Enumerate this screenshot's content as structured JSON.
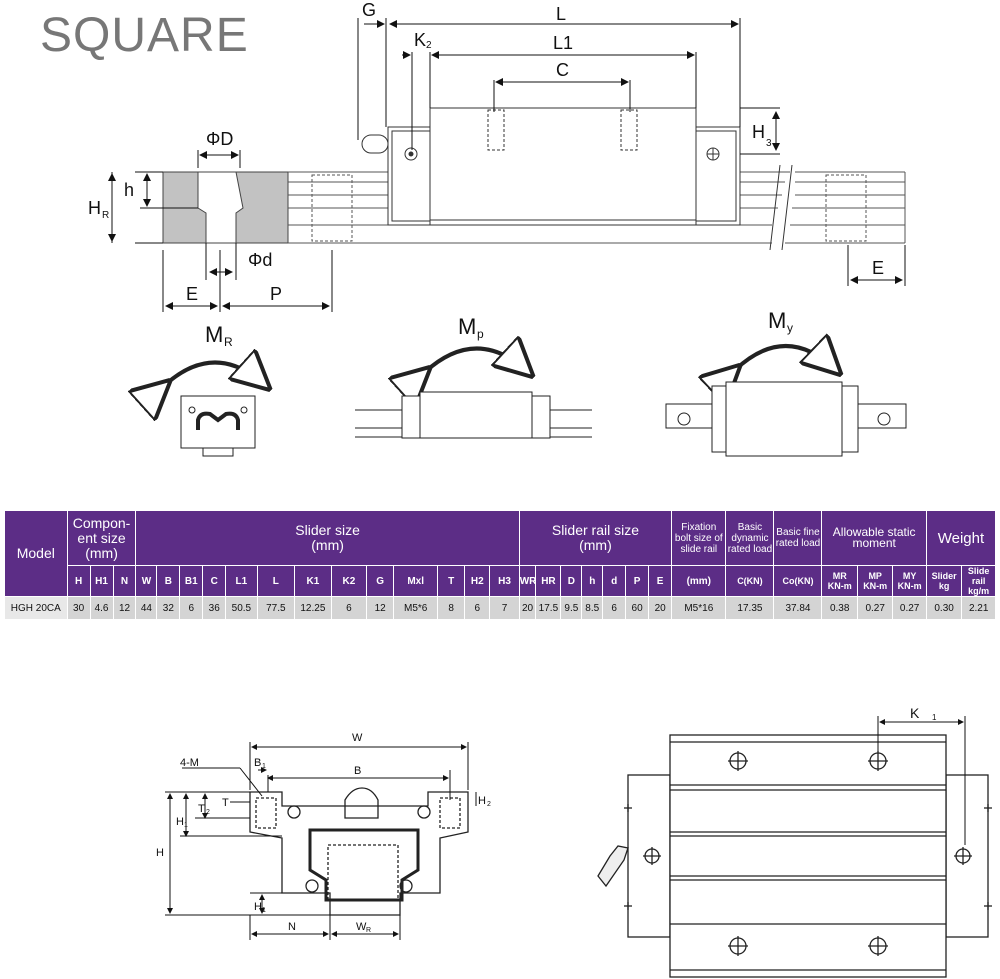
{
  "brand": "SQUARE",
  "top_labels": {
    "G": "G",
    "L": "L",
    "K2": "K",
    "K2_sub": "2",
    "L1": "L1",
    "C": "C",
    "H3": "H",
    "H3_sub": "3",
    "phiD": "ΦD",
    "h": "h",
    "HR": "H",
    "HR_sub": "R",
    "phid": "Φd",
    "E_left": "E",
    "P": "P",
    "E_right": "E"
  },
  "moments": {
    "MR": "M",
    "MR_sub": "R",
    "MP": "M",
    "MP_sub": "p",
    "MY": "M",
    "MY_sub": "y"
  },
  "table": {
    "groups": [
      {
        "key": "model",
        "label": "Model"
      },
      {
        "key": "comp",
        "label": "Compon-\nent size\n(mm)"
      },
      {
        "key": "slider",
        "label": "Slider size\n(mm)"
      },
      {
        "key": "rail",
        "label": "Slider rail size\n(mm)"
      },
      {
        "key": "fix",
        "label": "Fixation bolt size of slide rail"
      },
      {
        "key": "dyn",
        "label": "Basic dynamic rated load"
      },
      {
        "key": "fine",
        "label": "Basic fine rated load"
      },
      {
        "key": "moment",
        "label": "Allowable static moment"
      },
      {
        "key": "weight",
        "label": "Weight"
      }
    ],
    "sub": [
      "H",
      "H1",
      "N",
      "W",
      "B",
      "B1",
      "C",
      "L1",
      "L",
      "K1",
      "K2",
      "G",
      "Mxl",
      "T",
      "H2",
      "H3",
      "WR",
      "HR",
      "D",
      "h",
      "d",
      "P",
      "E",
      "(mm)",
      "C(KN)",
      "Co(KN)",
      "MR\nKN-m",
      "MP\nKN-m",
      "MY\nKN-m",
      "Slider\nkg",
      "Slide rail\nkg/m"
    ],
    "row": [
      "HGH 20CA",
      "30",
      "4.6",
      "12",
      "44",
      "32",
      "6",
      "36",
      "50.5",
      "77.5",
      "12.25",
      "6",
      "12",
      "M5*6",
      "8",
      "6",
      "7",
      "20",
      "17.5",
      "9.5",
      "8.5",
      "6",
      "60",
      "20",
      "M5*16",
      "17.35",
      "37.84",
      "0.38",
      "0.27",
      "0.27",
      "0.30",
      "2.21"
    ]
  },
  "bottom_labels": {
    "W": "W",
    "B1": "B",
    "B1_sub": "1",
    "B": "B",
    "four_m": "4-M",
    "T": "T",
    "T2": "T",
    "T2_sub": "2",
    "H1": "H",
    "H1_sub": "1",
    "H2": "H",
    "H2_sub": "2",
    "H": "H",
    "H_1": "H",
    "H_1_sub": "1",
    "N": "N",
    "WR": "W",
    "WR_sub": "R",
    "K1": "K",
    "K1_sub": "1"
  }
}
